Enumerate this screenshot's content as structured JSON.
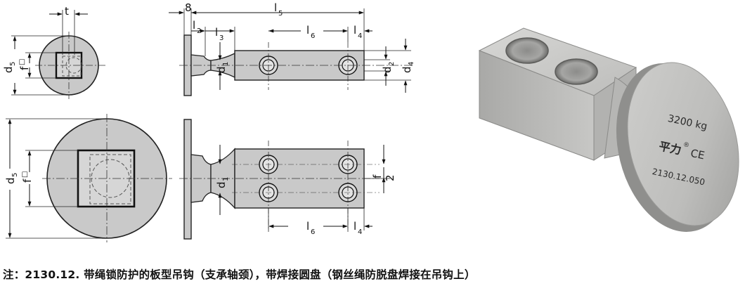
{
  "drawing": {
    "dims": {
      "t": "t",
      "eight": "8",
      "d5": "d",
      "d5_sub": "5",
      "f": "f",
      "f_sym": "□",
      "l2": "l",
      "l2_sub": "2",
      "l3": "l",
      "l3_sub": "3",
      "l5": "l",
      "l5_sub": "5",
      "l6": "l",
      "l6_sub": "6",
      "l4": "l",
      "l4_sub": "4",
      "d1": "d",
      "d1_sub": "1",
      "d2": "d",
      "d2_sub": "2",
      "d4": "d",
      "d4_sub": "4",
      "f_half": "f",
      "f_half_den": "2"
    }
  },
  "photo": {
    "engraving_load": "3200 kg",
    "engraving_brand": "平力",
    "engraving_reg": "®",
    "engraving_ce": "CE",
    "engraving_code": "2130.12.050"
  },
  "caption": "注：2130.12. 带绳锁防护的板型吊钩（支承轴颈），带焊接圆盘（钢丝绳防脱盘焊接在吊钩上）"
}
